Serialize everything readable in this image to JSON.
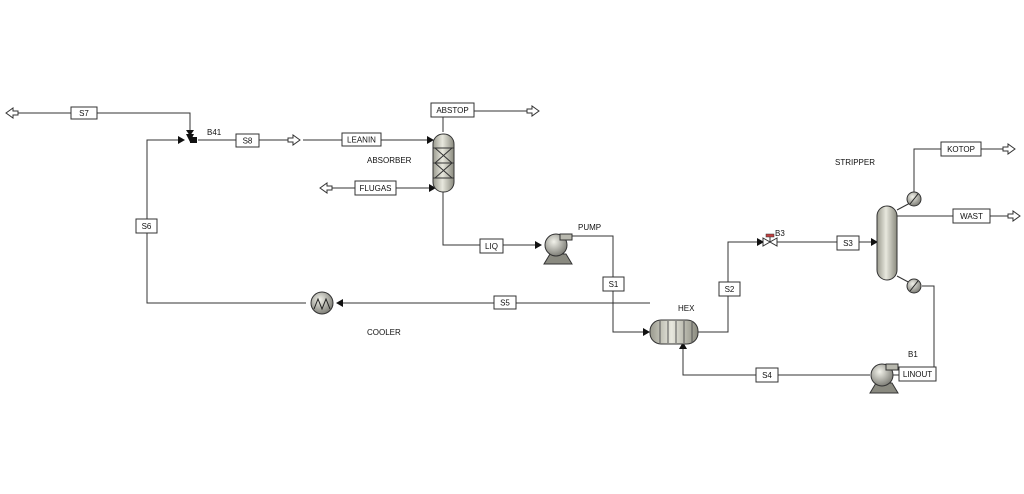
{
  "streams": {
    "s7": "S7",
    "s8": "S8",
    "leanin": "LEANIN",
    "abstop": "ABSTOP",
    "flugas": "FLUGAS",
    "s6": "S6",
    "liq": "LIQ",
    "s1": "S1",
    "s5": "S5",
    "s2": "S2",
    "s3": "S3",
    "s4": "S4",
    "kotop": "KOTOP",
    "wast": "WAST",
    "linout": "LINOUT"
  },
  "units": {
    "b41": "B41",
    "absorber": "ABSORBER",
    "pump": "PUMP",
    "hex": "HEX",
    "cooler": "COOLER",
    "b3": "B3",
    "stripper": "STRIPPER",
    "b1": "B1"
  },
  "icons": {
    "feed": "open-arrow-icon",
    "absorber": "packed-column-icon",
    "stripper": "distillation-column-icon",
    "pump": "pump-icon",
    "hex": "heat-exchanger-icon",
    "cooler": "cooler-icon",
    "valve": "valve-icon",
    "mixer": "mixer-icon"
  },
  "colors": {
    "line": "#333333",
    "equipment_fill": "#c8c8bc",
    "background": "#ffffff"
  }
}
